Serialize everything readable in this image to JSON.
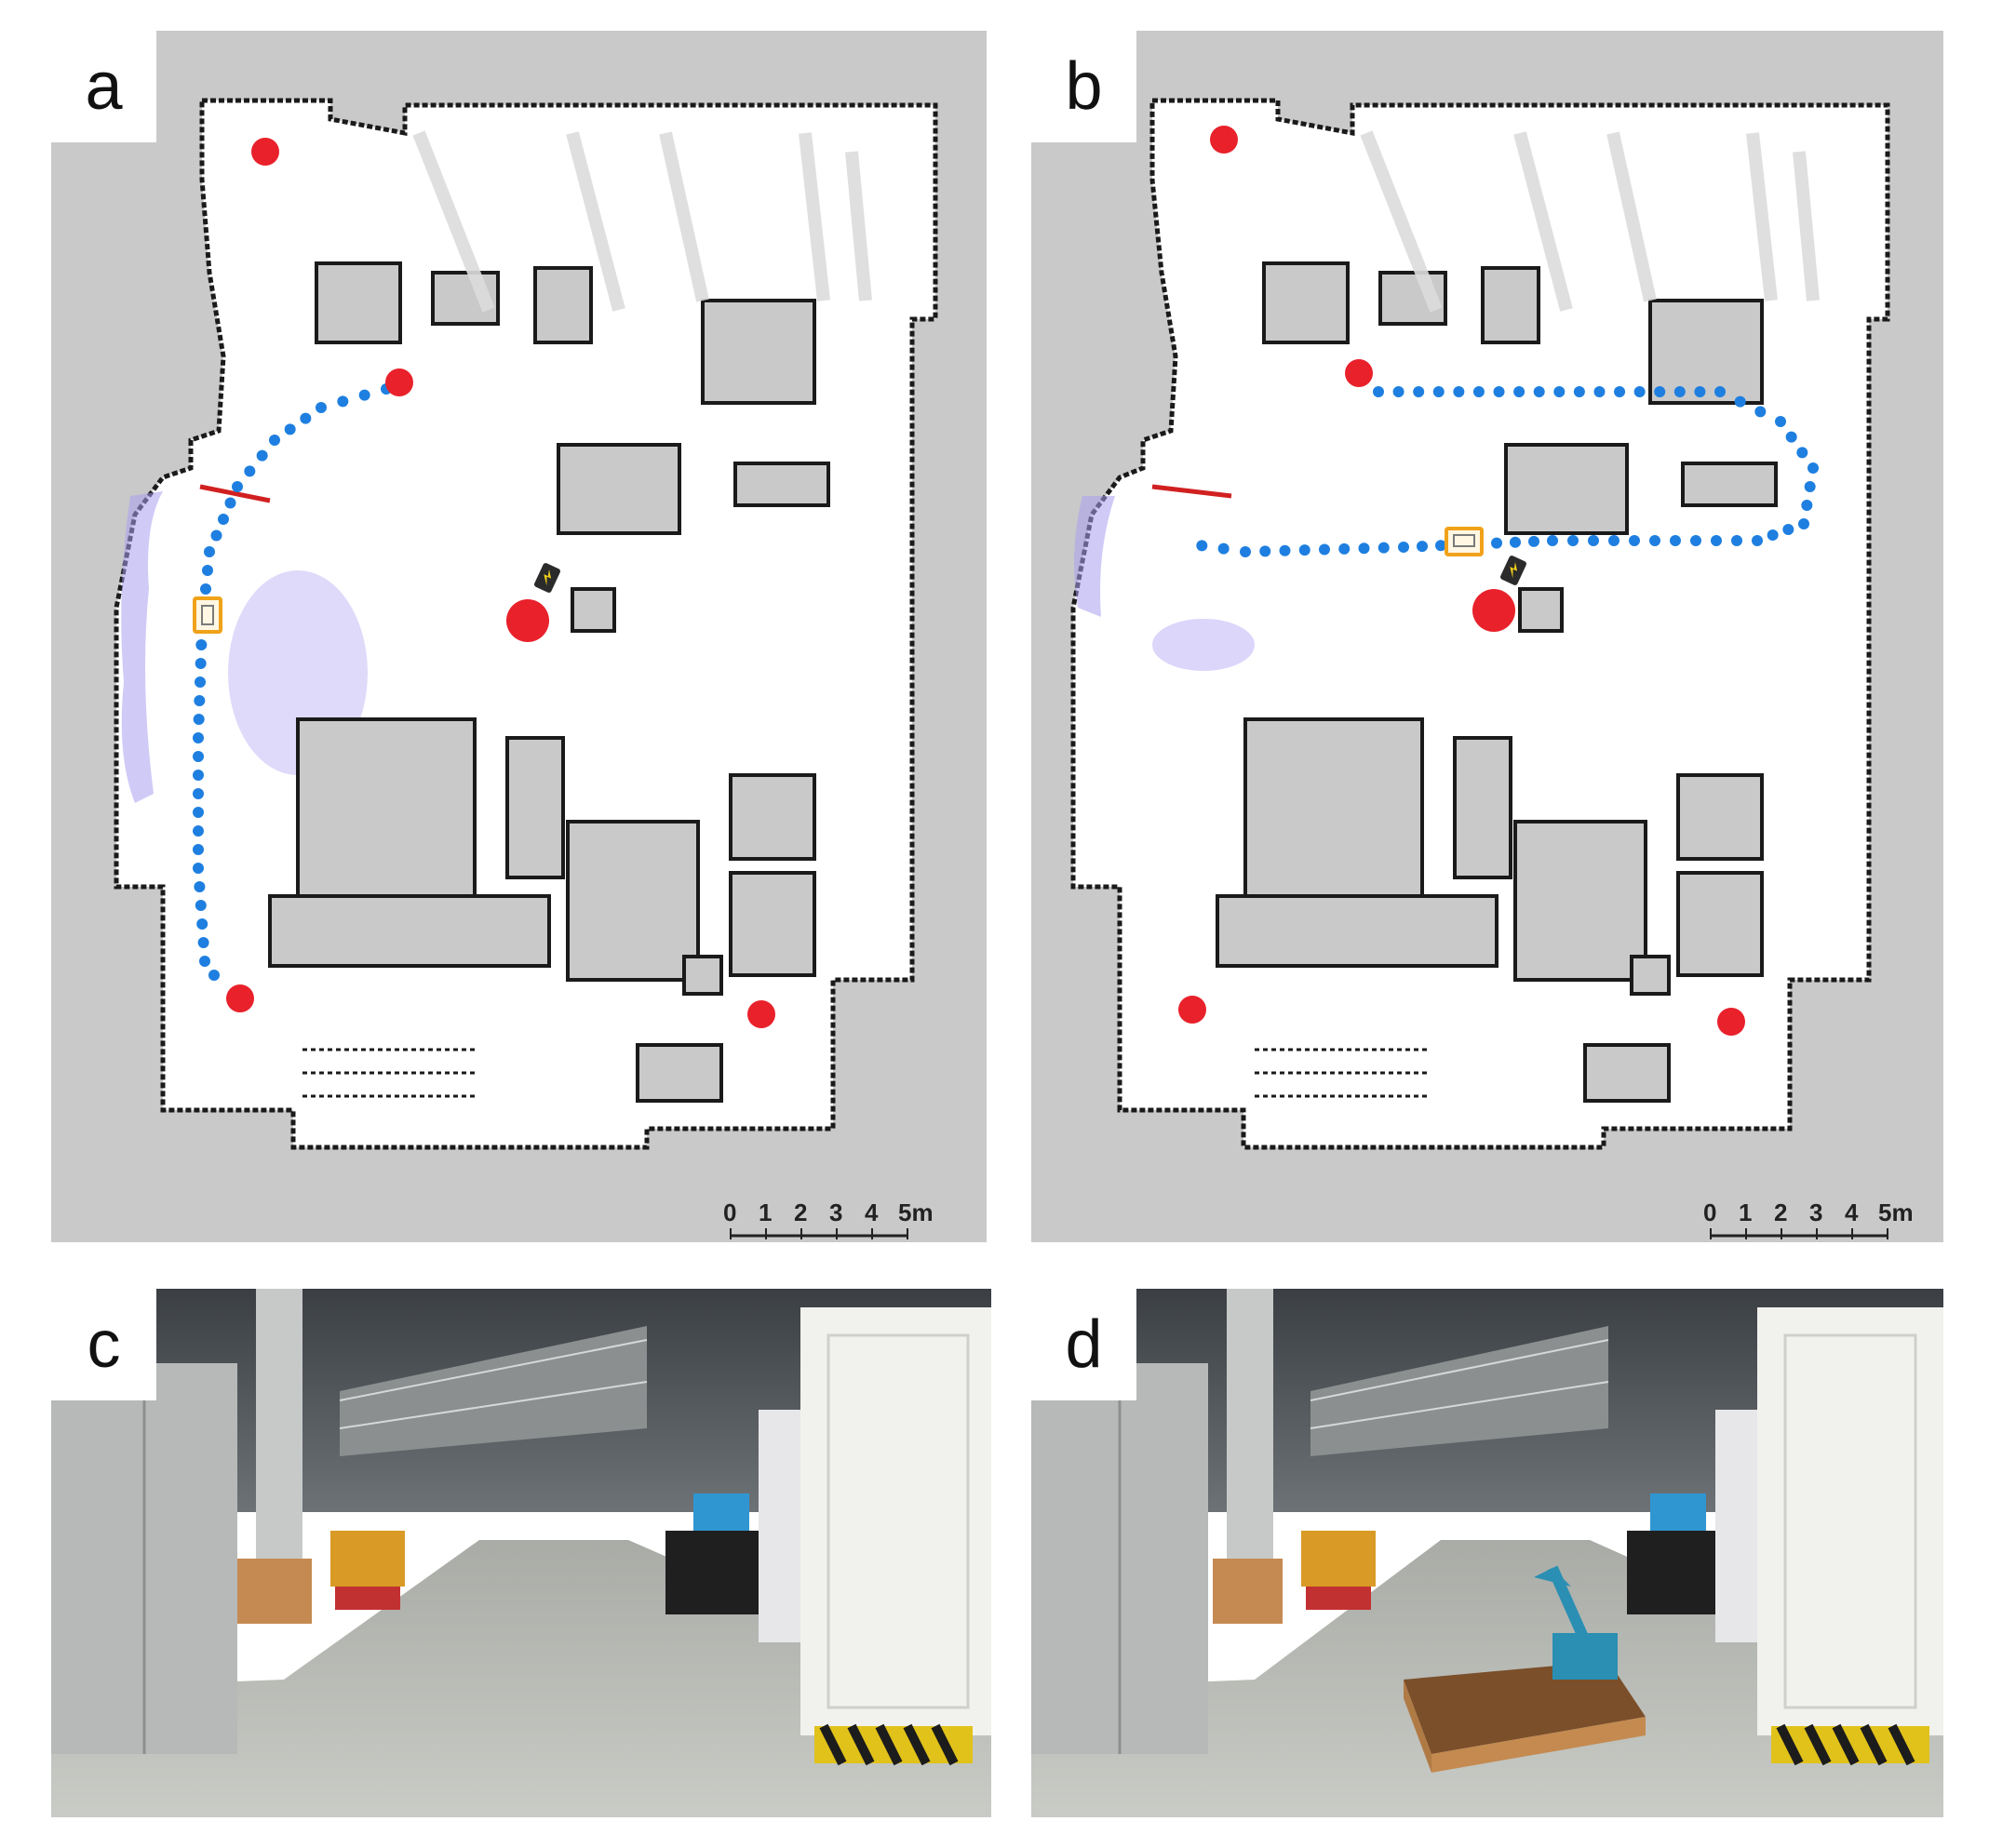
{
  "panels": [
    {
      "letter": "a",
      "kind": "map",
      "path_style": "detour-around-blockage"
    },
    {
      "letter": "b",
      "kind": "map",
      "path_style": "loop-through-corridor"
    },
    {
      "letter": "c",
      "kind": "photo",
      "scene": "industrial-hall-corridor-clear"
    },
    {
      "letter": "d",
      "kind": "photo",
      "scene": "industrial-hall-corridor-with-pallet-jack"
    }
  ],
  "scale_bar": {
    "ticks": [
      "0",
      "1",
      "2",
      "3",
      "4",
      "5m"
    ]
  },
  "colors": {
    "map_background": "#c9c9c9",
    "free_space": "#ffffff",
    "obstacle": "#1a1a1a",
    "goal_marker": "#e8212b",
    "path": "#1e7fe0",
    "detected_object": "#f0a21a",
    "laser_hit": "#d12020",
    "inflation": "#9b8ff0"
  }
}
